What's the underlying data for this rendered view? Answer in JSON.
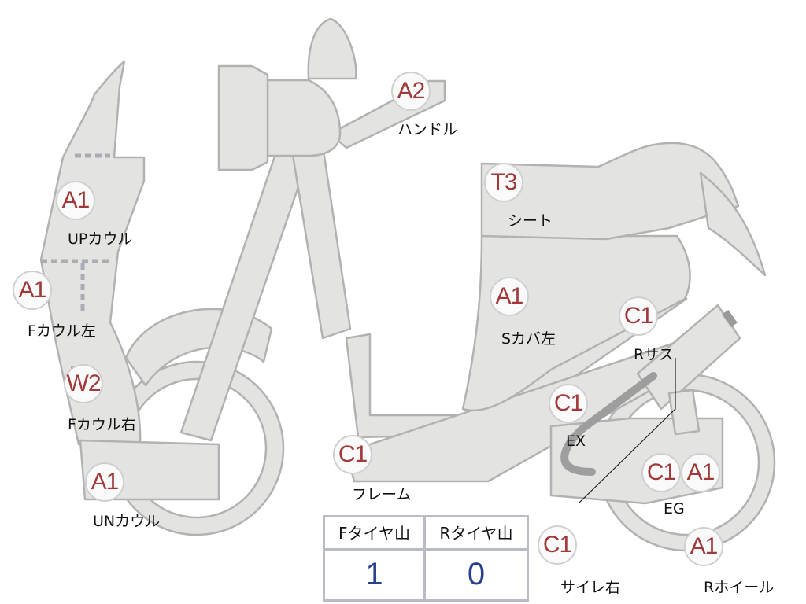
{
  "parts": [
    {
      "id": "handle",
      "grade": "A2",
      "label": "ハンドル"
    },
    {
      "id": "seat",
      "grade": "T3",
      "label": "シート"
    },
    {
      "id": "up-cowl",
      "grade": "A1",
      "label": "UPカウル"
    },
    {
      "id": "f-cowl-left",
      "grade": "A1",
      "label": "Fカウル左"
    },
    {
      "id": "s-cover-left",
      "grade": "A1",
      "label": "Sカバ左"
    },
    {
      "id": "r-suspension",
      "grade": "C1",
      "label": "Rサス"
    },
    {
      "id": "f-cowl-right",
      "grade": "W2",
      "label": "Fカウル右"
    },
    {
      "id": "exhaust",
      "grade": "C1",
      "label": "EX"
    },
    {
      "id": "frame",
      "grade": "C1",
      "label": "フレーム"
    },
    {
      "id": "engine",
      "grade": "C1",
      "grade2": "A1",
      "label": "EG"
    },
    {
      "id": "un-cowl",
      "grade": "A1",
      "label": "UNカウル"
    },
    {
      "id": "silencer-right",
      "grade": "C1",
      "label": "サイレ右"
    },
    {
      "id": "r-wheel",
      "grade": "A1",
      "label": "Rホイール"
    }
  ],
  "tire_table": {
    "front_header": "Fタイヤ山",
    "rear_header": "Rタイヤ山",
    "front_value": "1",
    "rear_value": "0"
  }
}
